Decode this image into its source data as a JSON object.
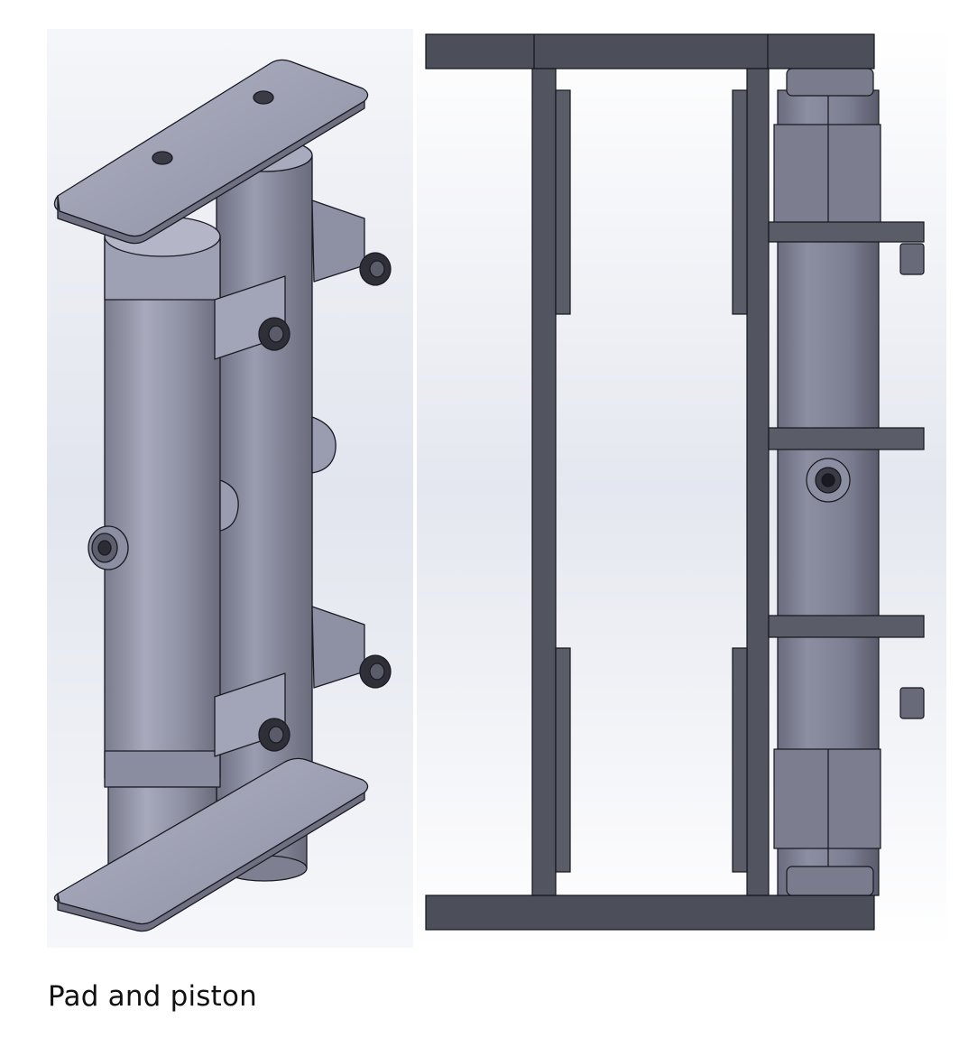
{
  "caption": "Pad and piston",
  "colors": {
    "background_gradient": [
      "#f4f5f9",
      "#e3e6ee",
      "#f6f7fa"
    ],
    "steel_light": "#a4a6ba",
    "steel_mid": "#8a8c9e",
    "steel_dark": "#50525e",
    "outline": "#1a1a22"
  },
  "views": [
    {
      "name": "isometric",
      "icon": "pad-and-piston-isometric-render"
    },
    {
      "name": "side",
      "icon": "pad-and-piston-side-elevation-render"
    }
  ]
}
